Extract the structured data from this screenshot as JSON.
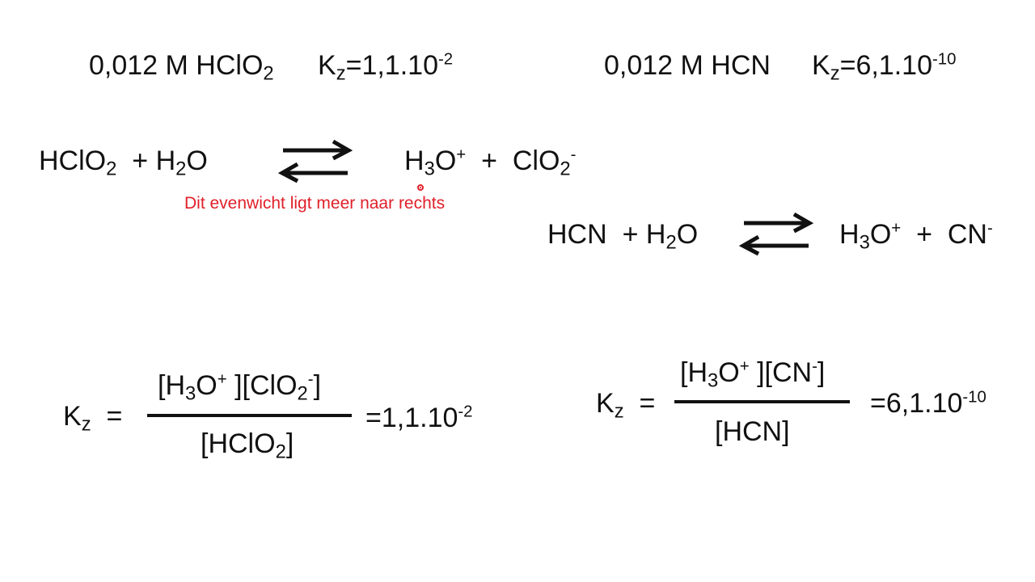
{
  "left": {
    "header": {
      "concentration": "0,012 M HClO",
      "conc_sub": "2",
      "k": "K",
      "k_sub": "z",
      "k_value": "=1,1.10",
      "k_exp": "-2"
    },
    "equation": {
      "reactant1": "HClO",
      "reactant1_sub": "2",
      "plus1": "+ H",
      "water_sub": "2",
      "water_o": "O",
      "product1_h": "H",
      "product1_sub": "3",
      "product1_o": "O",
      "product1_charge": "+",
      "plus2": "+",
      "product2": "ClO",
      "product2_sub": "2",
      "product2_charge": "-"
    },
    "note": "Dit evenwicht ligt meer naar rechts",
    "formula": {
      "k": "K",
      "k_sub": "z",
      "equals": "=",
      "num_open": "[H",
      "num_sub3": "3",
      "num_o": "O",
      "num_plus": "+",
      "num_mid": " ][ClO",
      "num_sub2": "2",
      "num_minus": "-",
      "num_close": "]",
      "den_open": "[HClO",
      "den_sub": "2",
      "den_close": "]",
      "result": "=1,1.10",
      "result_exp": "-2"
    }
  },
  "right": {
    "header": {
      "concentration": "0,012 M HCN",
      "k": "K",
      "k_sub": "z",
      "k_value": "=6,1.10",
      "k_exp": "-10"
    },
    "equation": {
      "reactant1": "HCN",
      "plus1": "+ H",
      "water_sub": "2",
      "water_o": "O",
      "product1_h": "H",
      "product1_sub": "3",
      "product1_o": "O",
      "product1_charge": "+",
      "plus2": "+",
      "product2": "CN",
      "product2_charge": "-"
    },
    "formula": {
      "k": "K",
      "k_sub": "z",
      "equals": "=",
      "num_open": "[H",
      "num_sub3": "3",
      "num_o": "O",
      "num_plus": "+",
      "num_mid": " ][CN",
      "num_minus": "-",
      "num_close": "]",
      "den": "[HCN]",
      "result": "=6,1.10",
      "result_exp": "-10"
    }
  },
  "colors": {
    "text": "#111111",
    "note": "#e0202a",
    "background": "#ffffff"
  }
}
